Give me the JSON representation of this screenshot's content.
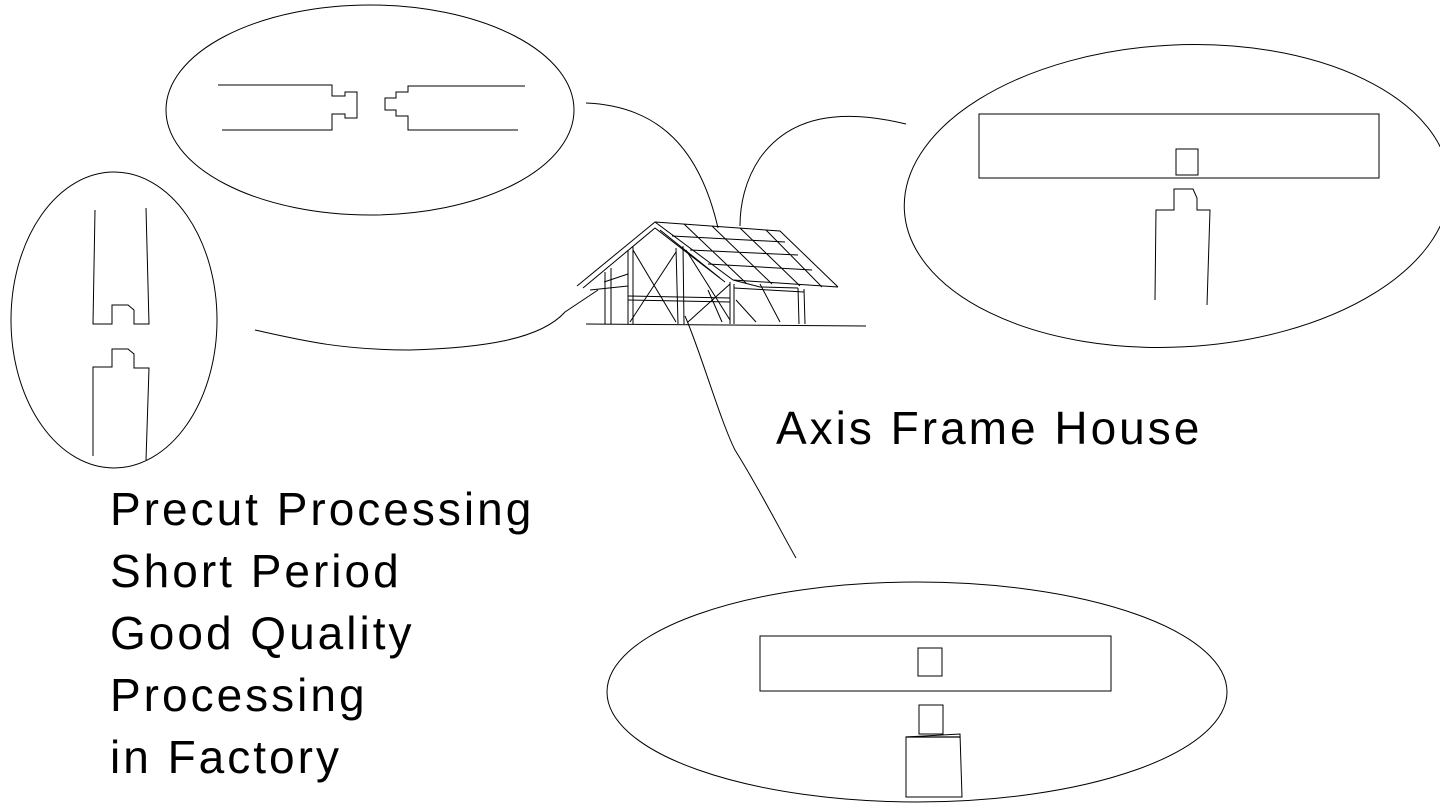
{
  "diagram": {
    "title": "Axis Frame House",
    "notes": [
      "Precut Processing",
      "Short Period",
      "Good Quality",
      "Processing",
      "in Factory"
    ],
    "callouts": [
      {
        "id": "horizontal-joint",
        "label": ""
      },
      {
        "id": "vertical-joint",
        "label": ""
      },
      {
        "id": "tenon-beam-joint-upper",
        "label": ""
      },
      {
        "id": "tenon-beam-joint-lower",
        "label": ""
      }
    ]
  }
}
